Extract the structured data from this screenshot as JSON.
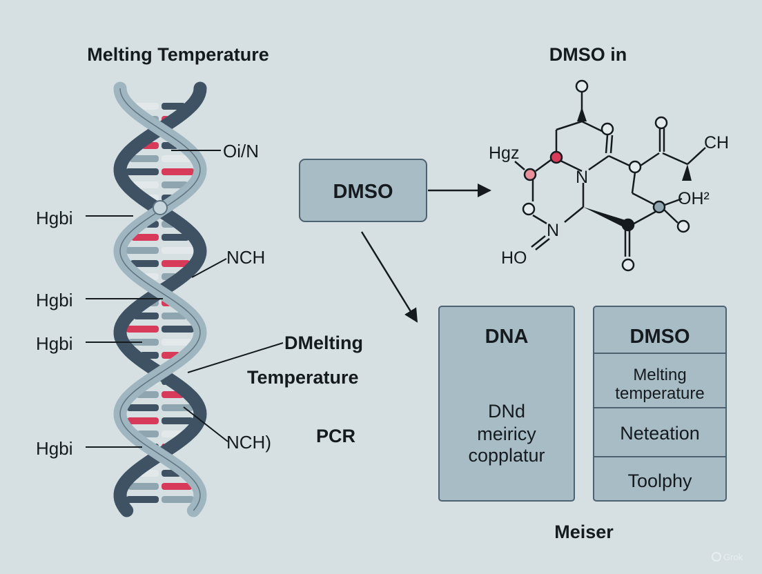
{
  "diagram": {
    "left_title": "Melting Temperature",
    "right_title": "DMSO in",
    "helix_labels": {
      "top_right": "Oi/N",
      "hgbi_1": "Hgbi",
      "nch_1": "NCH",
      "hgbi_2": "Hgbi",
      "hgbi_3": "Hgbi",
      "melting_line1": "DMelting",
      "melting_line2": "Temperature",
      "pcr": "PCR",
      "nch_2": "NCH)",
      "hgbi_4": "Hgbi"
    },
    "dmso_box": "DMSO",
    "molecule_labels": {
      "hg2": "Hgz",
      "n_center": "N",
      "ch": "CH",
      "oh2": "OH²",
      "n_left": "N",
      "ho": "HO"
    },
    "dna_panel": {
      "title": "DNA",
      "body_lines": [
        "DNd",
        "meiricy",
        "copplatur"
      ]
    },
    "dmso_panel": {
      "title": "DMSO",
      "rows": [
        [
          "Melting",
          "temperature"
        ],
        [
          "Neteation"
        ],
        [
          "Toolphy"
        ]
      ]
    },
    "footer": "Meiser",
    "watermark": "Grok",
    "colors": {
      "background": "#d6e0e2",
      "strand_dark": "#3e5264",
      "strand_light": "#9fb5bf",
      "accent_red": "#d83a5a",
      "box_fill": "#a8bcc6",
      "box_border": "#4d6270"
    }
  }
}
